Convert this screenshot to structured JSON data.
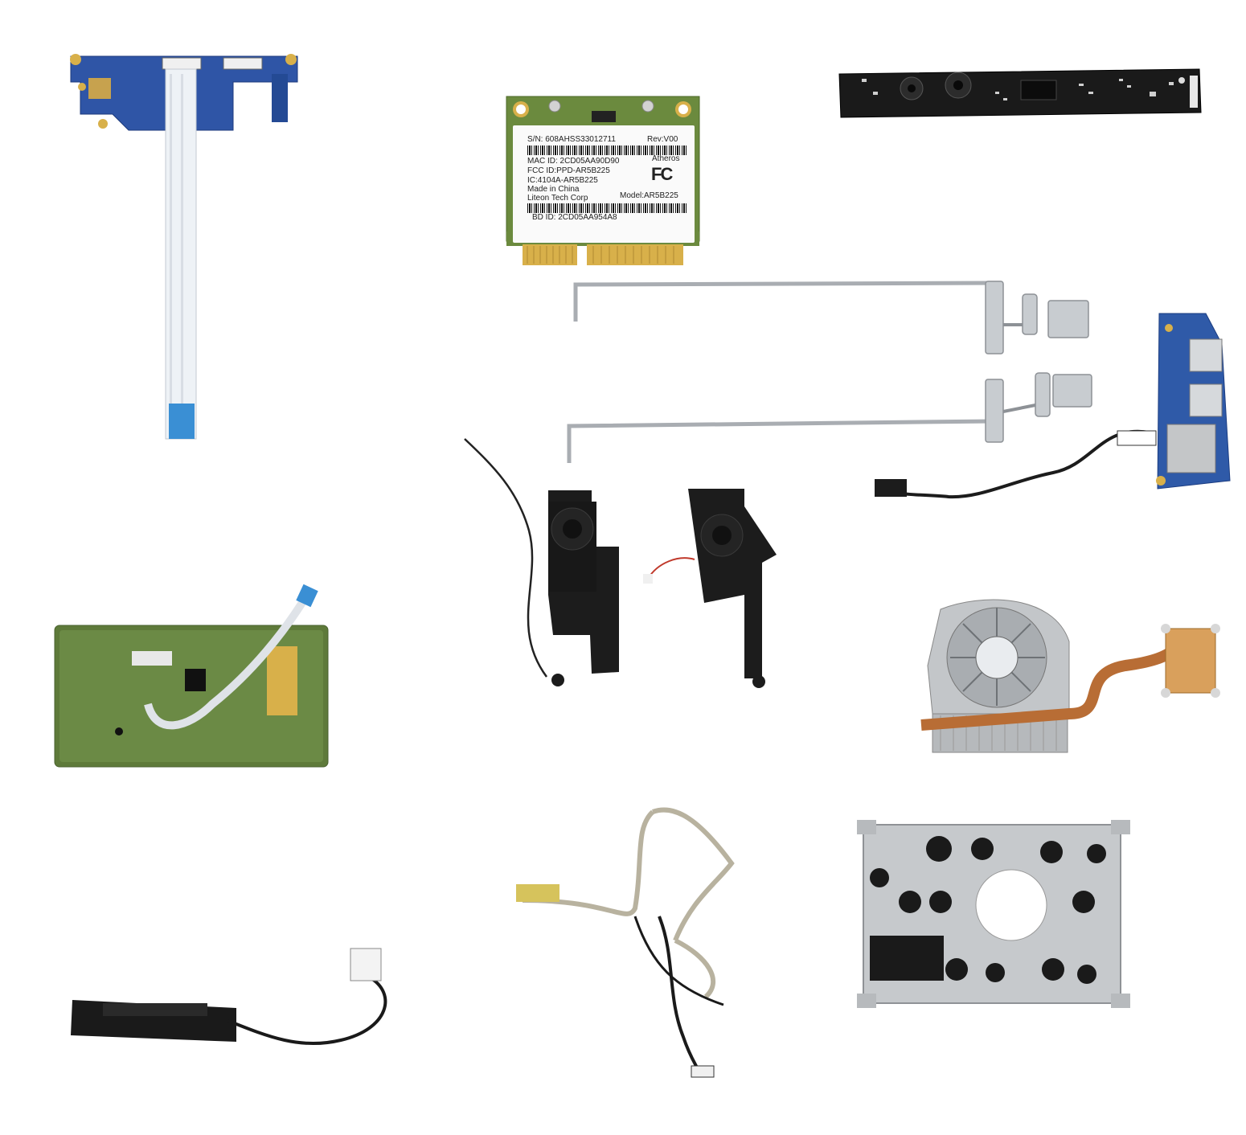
{
  "image": {
    "background": "#ffffff",
    "parts": [
      {
        "name": "power-button-board"
      },
      {
        "name": "wifi-card"
      },
      {
        "name": "webcam-module"
      },
      {
        "name": "hinge-pair"
      },
      {
        "name": "usb-board"
      },
      {
        "name": "speaker-pair"
      },
      {
        "name": "touchpad"
      },
      {
        "name": "cooling-fan-heatsink"
      },
      {
        "name": "hdd-connector-cable"
      },
      {
        "name": "lcd-cable"
      },
      {
        "name": "hdd-caddy"
      }
    ]
  },
  "wifi_card": {
    "serial": "S/N: 608AHSS33012711",
    "revision": "Rev:V00",
    "mac": "MAC ID: 2CD05AA90D90",
    "vendor": "Atheros",
    "fcc_id": "FCC ID:PPD-AR5B225",
    "ic": "IC:4104A-AR5B225",
    "origin": "Made in China",
    "manufacturer": "Liteon Tech Corp",
    "model": "Model:AR5B225",
    "bd_id": "BD ID: 2CD05AA954A8",
    "fc_mark": "FC"
  },
  "colors": {
    "pcb_blue": "#2f55a6",
    "pcb_green": "#5e7a3a",
    "gold": "#d8b04a",
    "black_plastic": "#1c1c1c",
    "steel": "#b9bcc0",
    "copper": "#b86d35"
  }
}
